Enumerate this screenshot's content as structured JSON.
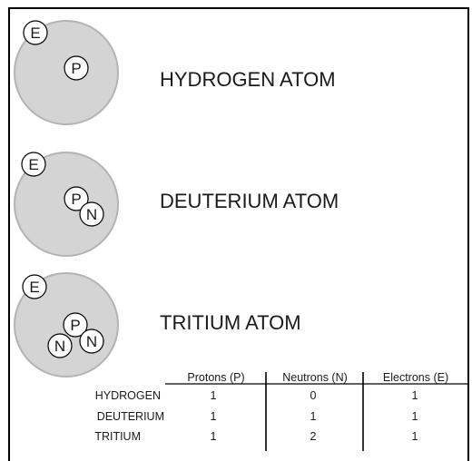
{
  "atoms": [
    {
      "name": "HYDROGEN ATOM",
      "electron": "E",
      "nucleus": [
        "P"
      ]
    },
    {
      "name": "DEUTERIUM ATOM",
      "electron": "E",
      "nucleus": [
        "P",
        "N"
      ]
    },
    {
      "name": "TRITIUM ATOM",
      "electron": "E",
      "nucleus": [
        "P",
        "N",
        "N"
      ]
    }
  ],
  "table": {
    "headers": [
      "Protons (P)",
      "Neutrons (N)",
      "Electrons (E)"
    ],
    "rows": [
      {
        "label": "HYDROGEN",
        "values": [
          "1",
          "0",
          "1"
        ]
      },
      {
        "label": "DEUTERIUM",
        "values": [
          "1",
          "1",
          "1"
        ]
      },
      {
        "label": "TRITIUM",
        "values": [
          "1",
          "2",
          "1"
        ]
      }
    ]
  },
  "colors": {
    "atom_fill": "#d4d4d4",
    "atom_stroke": "#b3b3b3",
    "particle_fill": "#ffffff",
    "line": "#000000"
  }
}
